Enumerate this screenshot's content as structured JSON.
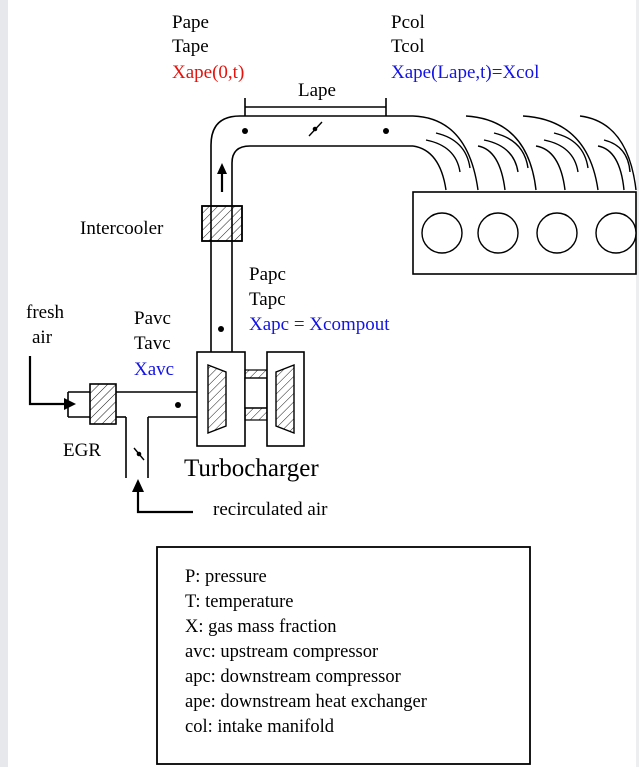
{
  "labels": {
    "pape": "Pape",
    "tape": "Tape",
    "xape0": "Xape(0,t)",
    "pcol": "Pcol",
    "tcol": "Tcol",
    "xapeL": "Xape(Lape,t)=Xcol",
    "lape": "Lape",
    "intercooler": "Intercooler",
    "papc": "Papc",
    "tapc": "Tapc",
    "xapc": "Xapc = Xcompout",
    "fresh": "fresh",
    "air": "air",
    "pavc": "Pavc",
    "tavc": "Tavc",
    "xavc": "Xavc",
    "egr": "EGR",
    "turbocharger": "Turbocharger",
    "recirculated": "recirculated air"
  },
  "legend": [
    "P: pressure",
    "T: temperature",
    "X: gas mass fraction",
    "avc: upstream compressor",
    "apc: downstream compressor",
    "ape: downstream heat exchanger",
    "col: intake manifold"
  ],
  "colors": {
    "red": "#e8120c",
    "blue": "#1414e6",
    "line": "#000000"
  }
}
